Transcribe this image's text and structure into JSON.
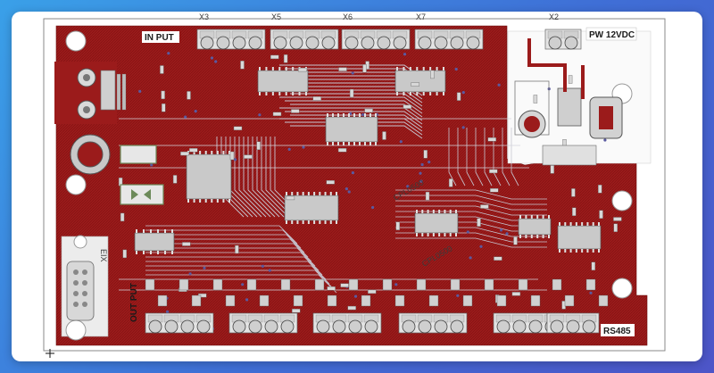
{
  "board": {
    "labels": {
      "input": "IN PUT",
      "output": "OUT PUT",
      "power": "PW 12VDC",
      "rs485": "RS485",
      "side": "EIX",
      "mid1": "CPL0500",
      "mid2": "CPL0500"
    },
    "connectors_top": [
      {
        "id": "X3",
        "label": "X3"
      },
      {
        "id": "X5",
        "label": "X5"
      },
      {
        "id": "X6",
        "label": "X6"
      },
      {
        "id": "X7",
        "label": "X7"
      },
      {
        "id": "X2",
        "label": "X2"
      }
    ],
    "colors": {
      "copper": "#9b1b1b",
      "copper_dark": "#7d1010",
      "trace": "#b9b9c6",
      "pad": "#d9d9d9",
      "silk": "#1a1a1a",
      "accent_green": "#6c8a5a"
    }
  }
}
